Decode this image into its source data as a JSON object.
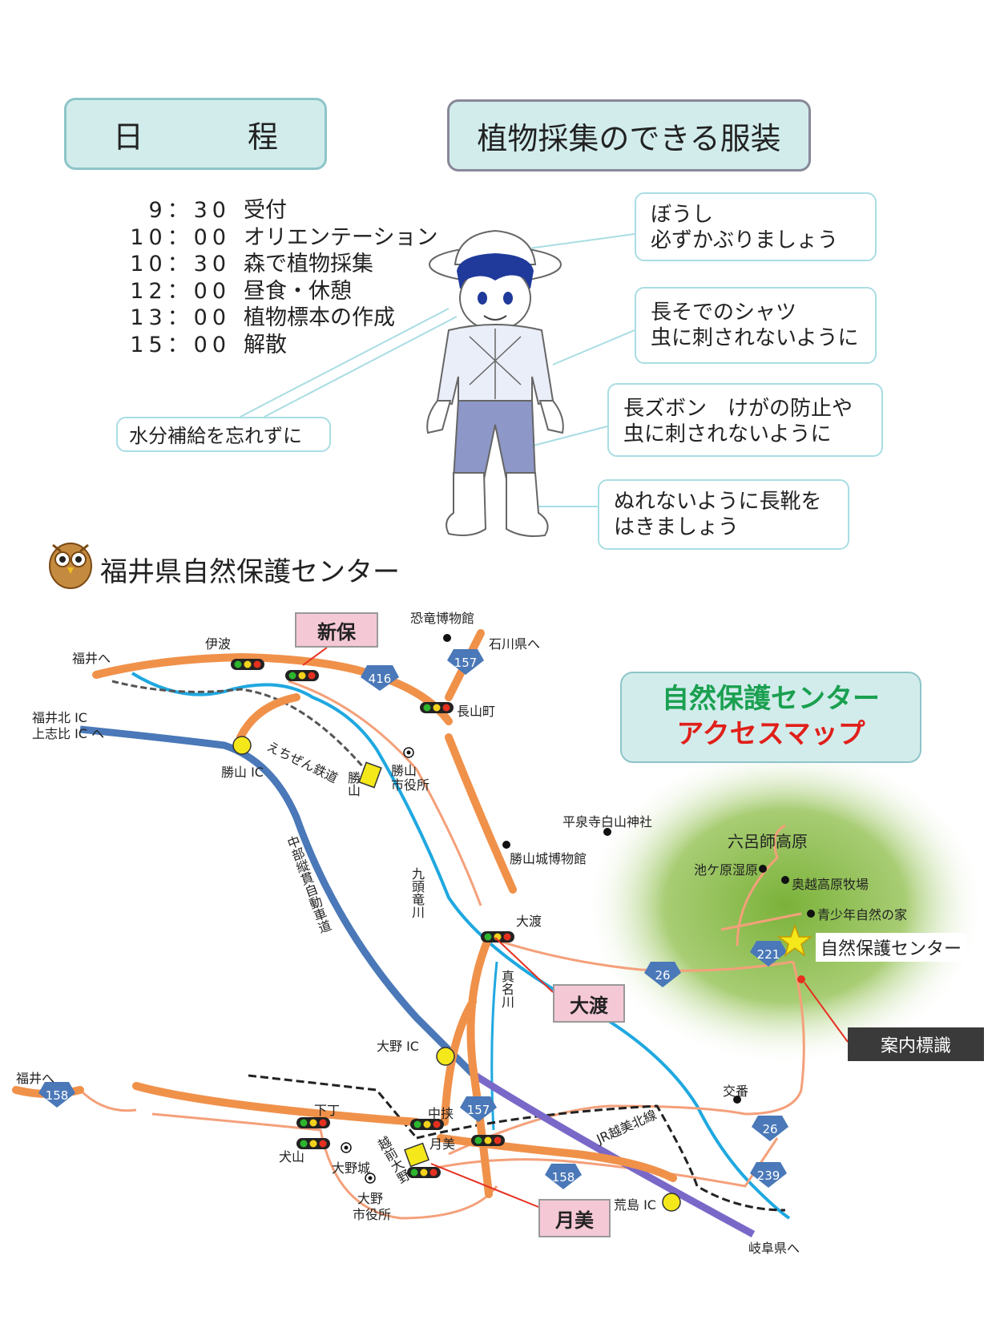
{
  "header": {
    "schedule_title_1": "日",
    "schedule_title_2": "程",
    "clothes_title": "植物採集のできる服装"
  },
  "schedule": [
    {
      "time": "9：30",
      "activity": "受付"
    },
    {
      "time": "10：00",
      "activity": "オリエンテーション"
    },
    {
      "time": "10：30",
      "activity": "森で植物採集"
    },
    {
      "time": "12：00",
      "activity": "昼食・休憩"
    },
    {
      "time": "13：00",
      "activity": "植物標本の作成"
    },
    {
      "time": "15：00",
      "activity": "解散"
    }
  ],
  "clothing": {
    "hat_1": "ぼうし",
    "hat_2": "必ずかぶりましょう",
    "shirt_1": "長そでのシャツ",
    "shirt_2": "虫に刺されないように",
    "pants_1": "長ズボン　けがの防止や",
    "pants_2": "虫に刺されないように",
    "boots_1": "ぬれないように長靴を",
    "boots_2": "はきましょう",
    "water": "水分補給を忘れずに"
  },
  "map": {
    "title": "福井県自然保護センター",
    "access_1": "自然保護センター",
    "access_2": "アクセスマップ",
    "callouts": {
      "shinbo": "新保",
      "owatari": "大渡",
      "tsukimi": "月美",
      "sign": "案内標識"
    },
    "routes": {
      "r416": "416",
      "r157a": "157",
      "r157b": "157",
      "r158a": "158",
      "r158b": "158",
      "r26a": "26",
      "r26b": "26",
      "r221": "221",
      "r239": "239"
    },
    "labels": {
      "fukui_he_1": "福井へ",
      "inami": "伊波",
      "dinosaur": "恐竜博物館",
      "ishikawa": "石川県へ",
      "nagayama": "長山町",
      "fukui_kita_1": "福井北 IC",
      "fukui_kita_2": "上志比 IC へ",
      "echizen_rail": "えちぜん鉄道",
      "katsuyama_ic": "勝山 IC",
      "katsuyama_sta": "勝山",
      "katsuyama_city_1": "勝山",
      "katsuyama_city_2": "市役所",
      "heisenji": "平泉寺白山神社",
      "castle_museum": "勝山城博物館",
      "expressway": "中部縦貫自動車道",
      "kuzuryu": "九頭竜川",
      "owatari_lbl": "大渡",
      "manago": "真名川",
      "rokuroshi": "六呂師高原",
      "ikegahara": "池ケ原湿原",
      "okuetsu": "奥越高原牧場",
      "seishonen": "青少年自然の家",
      "center": "自然保護センター",
      "ono_ic": "大野 IC",
      "fukui_he_2": "福井へ",
      "shimocho": "下丁",
      "inuyama": "犬山",
      "nakabasami": "中挟",
      "tsukimi_lbl": "月美",
      "echizen_ono": "越前大野",
      "ono_castle": "大野城",
      "ono_city_1": "大野",
      "ono_city_2": "市役所",
      "jr_line": "JR越美北線",
      "koban": "交番",
      "arashima_ic": "荒島 IC",
      "gifu": "岐阜県へ"
    },
    "colors": {
      "road": "#f0914a",
      "minor": "#f4a07a",
      "river": "#1fa8e0",
      "expressway": "#4a78b8",
      "expressway2": "#7a68c8",
      "shield": "#4a78b8"
    }
  }
}
